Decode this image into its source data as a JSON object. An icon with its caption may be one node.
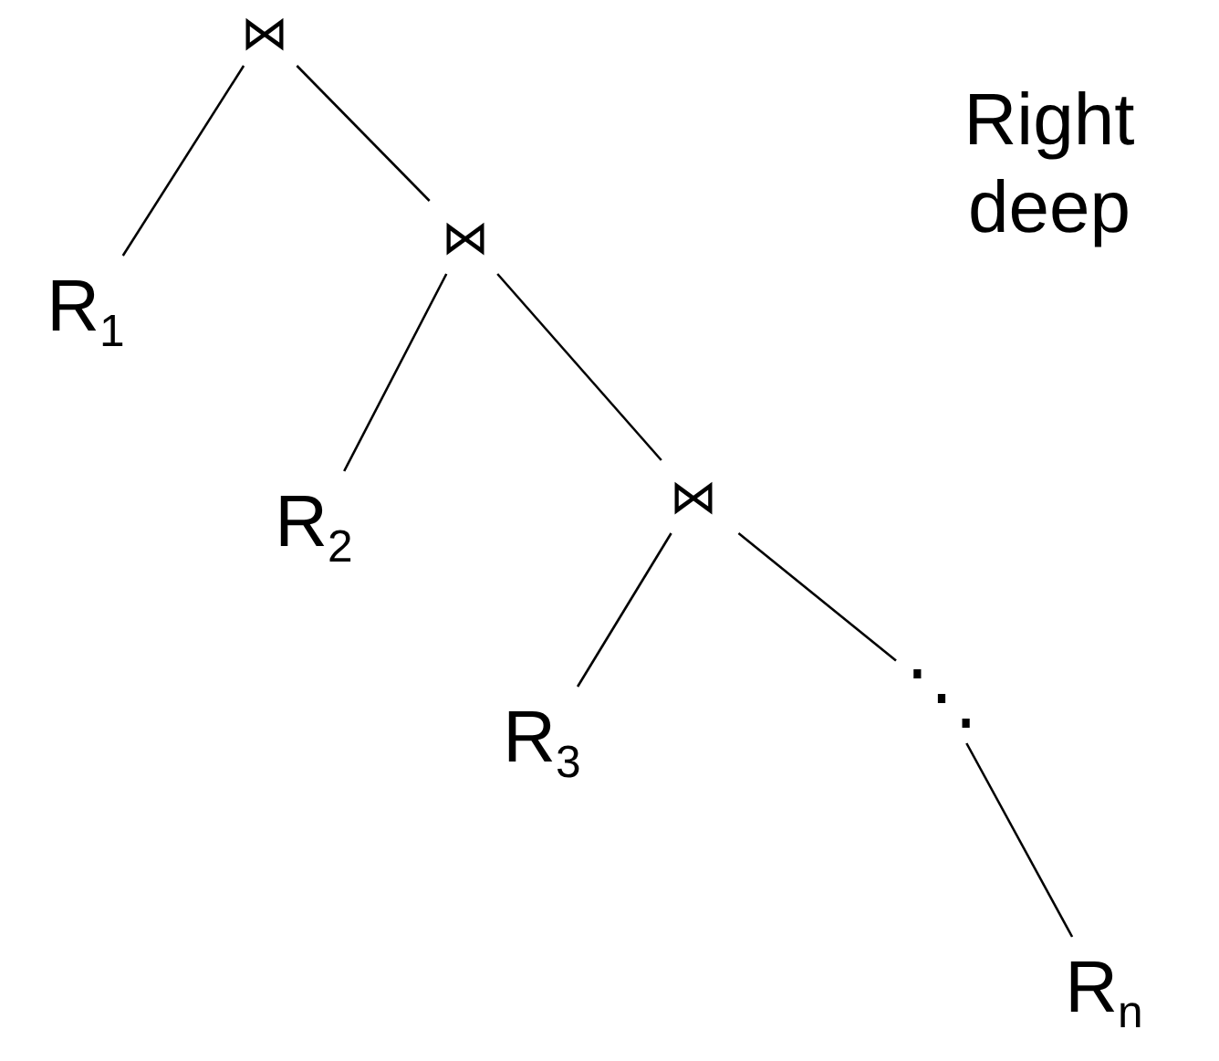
{
  "diagram": {
    "nodes": [
      {
        "text": [
          "⋈"
        ]
      },
      {
        "text": [
          "R$_{1}$"
        ]
      },
      {
        "text": [
          "⋈"
        ]
      },
      {
        "text": [
          "R$_{2}$"
        ]
      },
      {
        "text": [
          "⋈"
        ]
      },
      {
        "text": [
          "R$_{3}$"
        ]
      },
      {
        "text": [
          "⋱"
        ]
      },
      {
        "text": [
          "R$_{n}$"
        ]
      }
    ],
    "edges": [
      {
        "from": 0,
        "to": 1,
        "arrow": "none"
      },
      {
        "from": 0,
        "to": 2,
        "arrow": "none"
      },
      {
        "from": 2,
        "to": 3,
        "arrow": "none"
      },
      {
        "from": 2,
        "to": 4,
        "arrow": "none"
      },
      {
        "from": 4,
        "to": 5,
        "arrow": "none"
      },
      {
        "from": 4,
        "to": 6,
        "arrow": "none"
      },
      {
        "from": 6,
        "to": 7,
        "arrow": "none"
      }
    ],
    "labels": [
      "Right deep"
    ]
  }
}
